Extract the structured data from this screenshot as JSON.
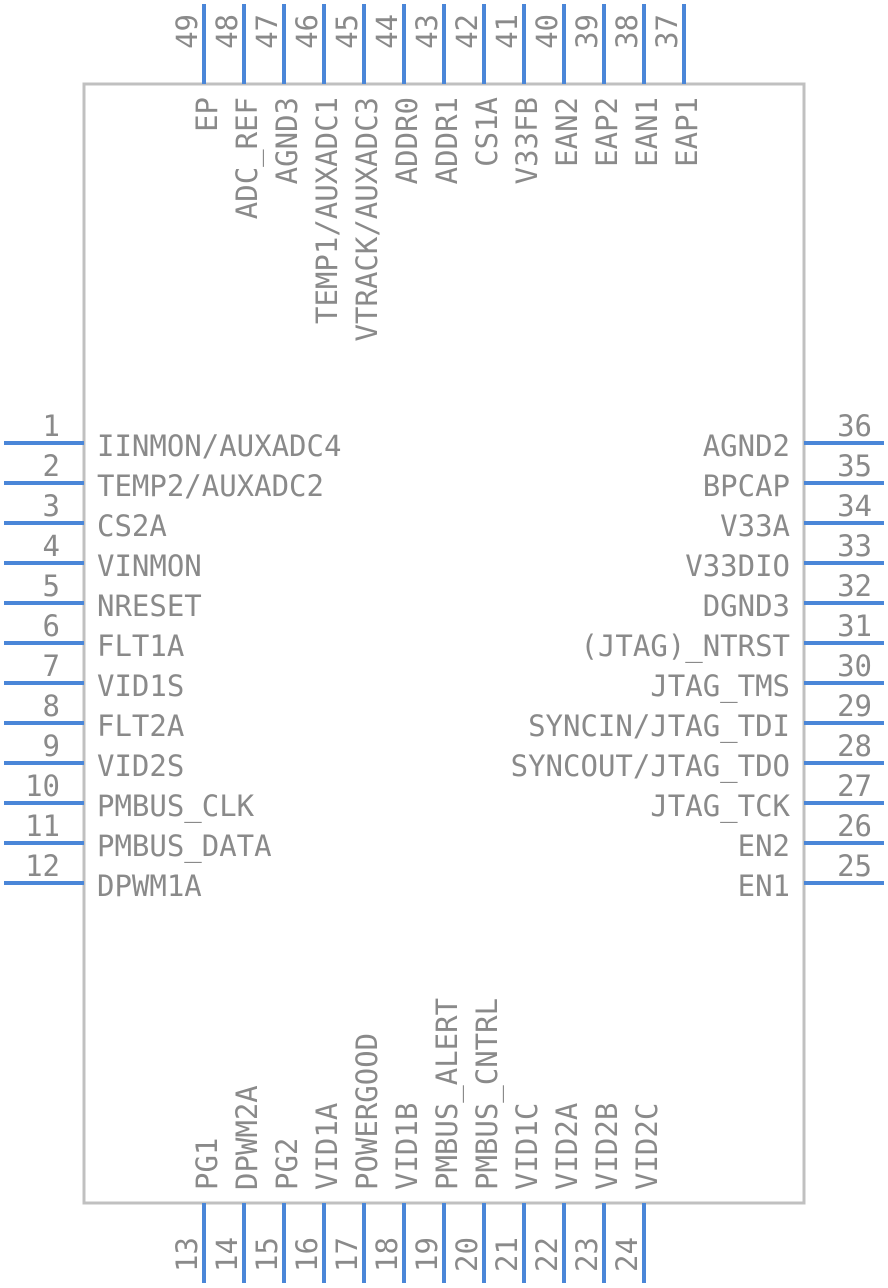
{
  "component": {
    "body_color": "#c0c0c0",
    "pin_color": "#4a86d8",
    "text_color": "#8a8a8a"
  },
  "pins": {
    "left": [
      {
        "number": "1",
        "name": "IINMON/AUXADC4"
      },
      {
        "number": "2",
        "name": "TEMP2/AUXADC2"
      },
      {
        "number": "3",
        "name": "CS2A"
      },
      {
        "number": "4",
        "name": "VINMON"
      },
      {
        "number": "5",
        "name": "NRESET"
      },
      {
        "number": "6",
        "name": "FLT1A"
      },
      {
        "number": "7",
        "name": "VID1S"
      },
      {
        "number": "8",
        "name": "FLT2A"
      },
      {
        "number": "9",
        "name": "VID2S"
      },
      {
        "number": "10",
        "name": "PMBUS_CLK"
      },
      {
        "number": "11",
        "name": "PMBUS_DATA"
      },
      {
        "number": "12",
        "name": "DPWM1A"
      }
    ],
    "bottom": [
      {
        "number": "13",
        "name": "PG1"
      },
      {
        "number": "14",
        "name": "DPWM2A"
      },
      {
        "number": "15",
        "name": "PG2"
      },
      {
        "number": "16",
        "name": "VID1A"
      },
      {
        "number": "17",
        "name": "POWERGOOD"
      },
      {
        "number": "18",
        "name": "VID1B"
      },
      {
        "number": "19",
        "name": "PMBUS_ALERT"
      },
      {
        "number": "20",
        "name": "PMBUS_CNTRL"
      },
      {
        "number": "21",
        "name": "VID1C"
      },
      {
        "number": "22",
        "name": "VID2A"
      },
      {
        "number": "23",
        "name": "VID2B"
      },
      {
        "number": "24",
        "name": "VID2C"
      }
    ],
    "right": [
      {
        "number": "25",
        "name": "EN1"
      },
      {
        "number": "26",
        "name": "EN2"
      },
      {
        "number": "27",
        "name": "JTAG_TCK"
      },
      {
        "number": "28",
        "name": "SYNCOUT/JTAG_TDO"
      },
      {
        "number": "29",
        "name": "SYNCIN/JTAG_TDI"
      },
      {
        "number": "30",
        "name": "JTAG_TMS"
      },
      {
        "number": "31",
        "name": "(JTAG)_NTRST"
      },
      {
        "number": "32",
        "name": "DGND3"
      },
      {
        "number": "33",
        "name": "V33DIO"
      },
      {
        "number": "34",
        "name": "V33A"
      },
      {
        "number": "35",
        "name": "BPCAP"
      },
      {
        "number": "36",
        "name": "AGND2"
      }
    ],
    "top": [
      {
        "number": "37",
        "name": "EAP1"
      },
      {
        "number": "38",
        "name": "EAN1"
      },
      {
        "number": "39",
        "name": "EAP2"
      },
      {
        "number": "40",
        "name": "EAN2"
      },
      {
        "number": "41",
        "name": "V33FB"
      },
      {
        "number": "42",
        "name": "CS1A"
      },
      {
        "number": "43",
        "name": "ADDR1"
      },
      {
        "number": "44",
        "name": "ADDR0"
      },
      {
        "number": "45",
        "name": "VTRACK/AUXADC3"
      },
      {
        "number": "46",
        "name": "TEMP1/AUXADC1"
      },
      {
        "number": "47",
        "name": "AGND3"
      },
      {
        "number": "48",
        "name": "ADC_REF"
      },
      {
        "number": "49",
        "name": "EP"
      }
    ]
  }
}
